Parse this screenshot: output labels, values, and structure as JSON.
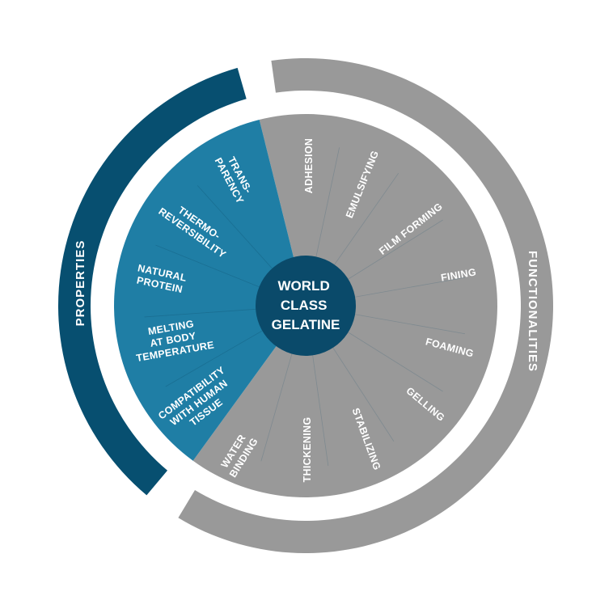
{
  "center": {
    "lines": [
      "WORLD",
      "CLASS",
      "GELATINE"
    ]
  },
  "rings": {
    "properties": "PROPERTIES",
    "functionalities": "FUNCTIONALITIES"
  },
  "properties": [
    {
      "lines": [
        "TRANS-",
        "PARENCY"
      ]
    },
    {
      "lines": [
        "THERMO-",
        "REVERSIBILITY"
      ]
    },
    {
      "lines": [
        "NATURAL",
        "PROTEIN"
      ]
    },
    {
      "lines": [
        "MELTING",
        "AT BODY",
        "TEMPERATURE"
      ]
    },
    {
      "lines": [
        "COMPATIBILITY",
        "WITH HUMAN",
        "TISSUE"
      ]
    }
  ],
  "functionalities": [
    {
      "lines": [
        "ADHESION"
      ]
    },
    {
      "lines": [
        "EMULSIFYING"
      ]
    },
    {
      "lines": [
        "FILM FORMING"
      ]
    },
    {
      "lines": [
        "FINING"
      ]
    },
    {
      "lines": [
        "FOAMING"
      ]
    },
    {
      "lines": [
        "GELLING"
      ]
    },
    {
      "lines": [
        "STABILIZING"
      ]
    },
    {
      "lines": [
        "THICKENING"
      ]
    },
    {
      "lines": [
        "WATER",
        "BINDING"
      ]
    }
  ],
  "colors": {
    "dark_blue": "#074f70",
    "blue": "#1f7ea5",
    "gray": "#999999",
    "center": "#0a4a6a"
  }
}
